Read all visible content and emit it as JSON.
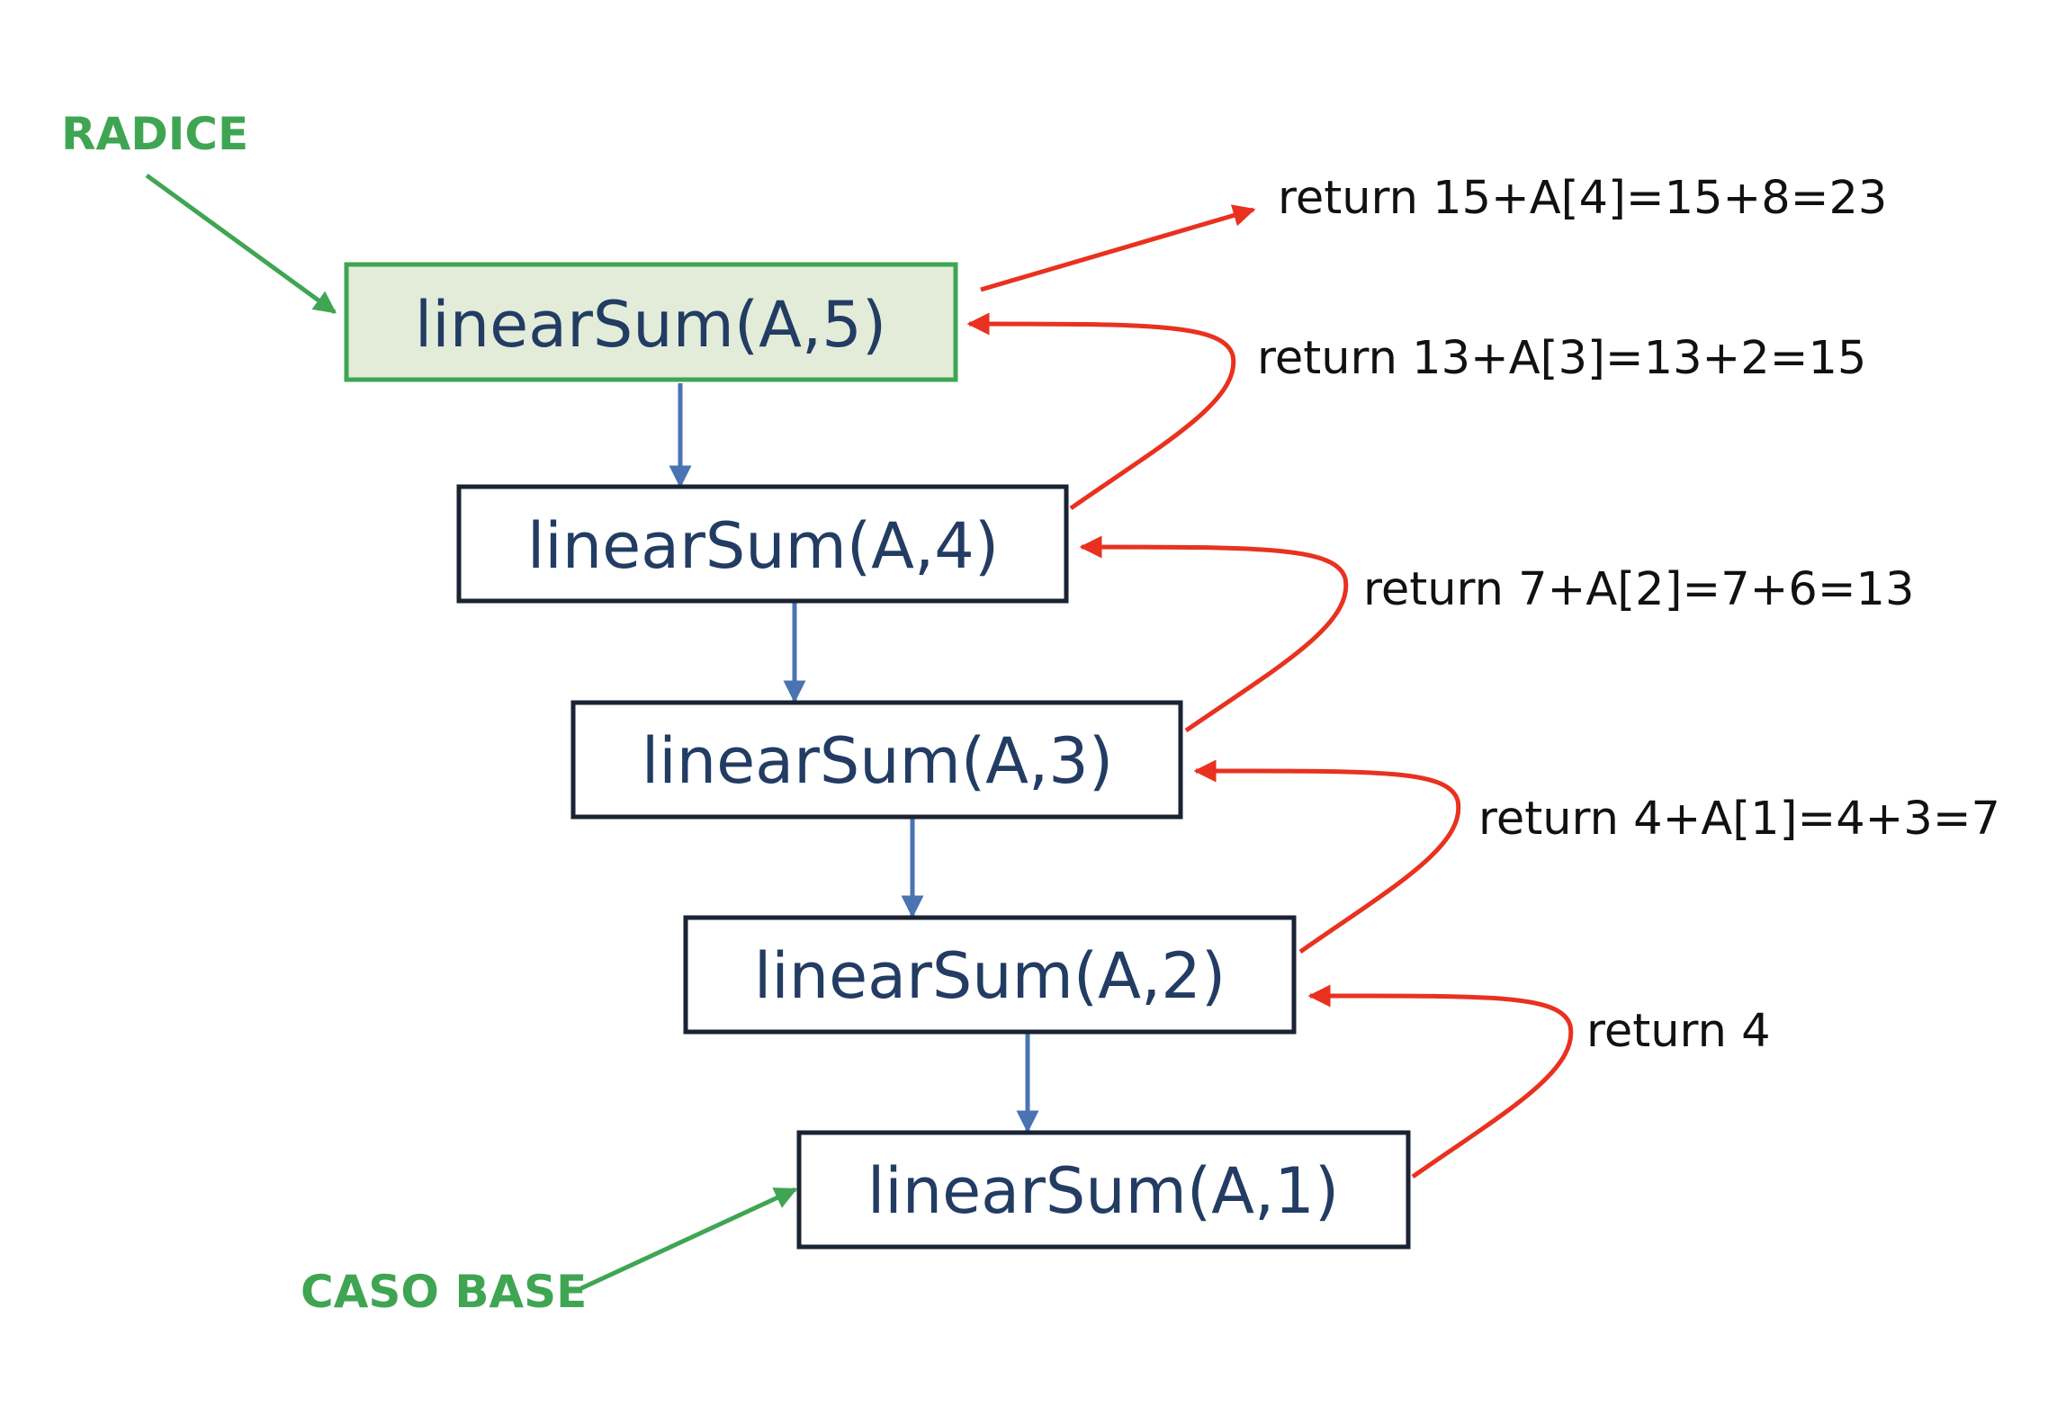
{
  "colors": {
    "node_border": "#1a2333",
    "node_text": "#223c63",
    "root_fill": "#e3ecd9",
    "root_border": "#3fa553",
    "call_arrow": "#4a73b2",
    "return_arrow": "#e8321f",
    "annotation": "#3fa553",
    "return_text": "#111111"
  },
  "annotations": {
    "root": "RADICE",
    "base": "CASO BASE"
  },
  "nodes": [
    {
      "label": "linearSum(A,5)",
      "role": "root"
    },
    {
      "label": "linearSum(A,4)",
      "role": "call"
    },
    {
      "label": "linearSum(A,3)",
      "role": "call"
    },
    {
      "label": "linearSum(A,2)",
      "role": "call"
    },
    {
      "label": "linearSum(A,1)",
      "role": "base"
    }
  ],
  "returns": [
    {
      "text": "return 15+A[4]=15+8=23"
    },
    {
      "text": "return 13+A[3]=13+2=15"
    },
    {
      "text": "return 7+A[2]=7+6=13"
    },
    {
      "text": "return 4+A[1]=4+3=7"
    },
    {
      "text": "return 4"
    }
  ]
}
